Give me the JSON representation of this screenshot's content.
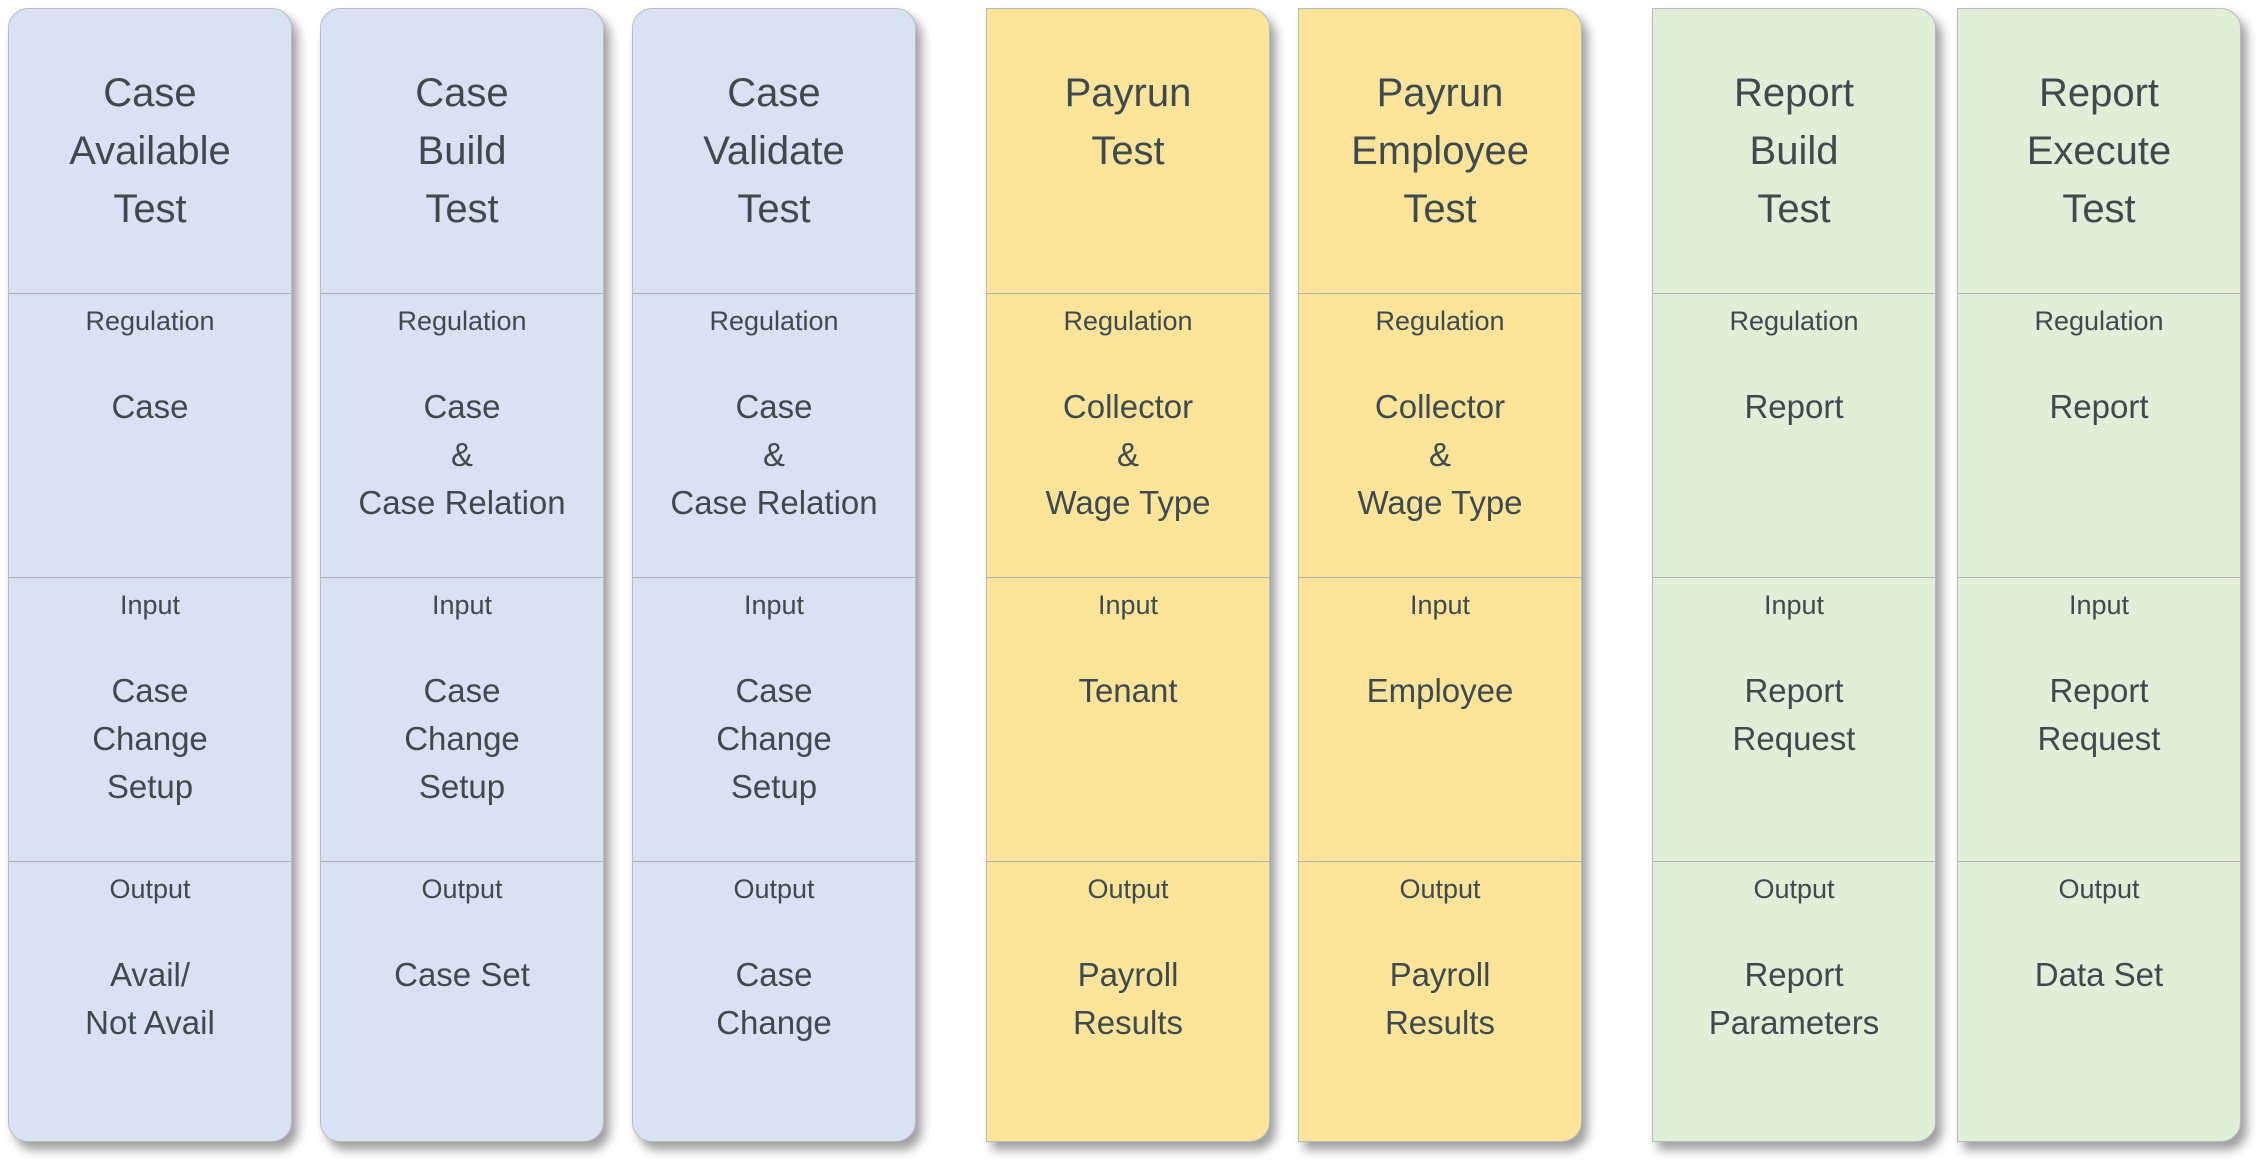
{
  "colors": {
    "blue": "#dae1f3",
    "gold": "#fde49b",
    "green": "#e1efd9",
    "text": "#3f4a4f",
    "divider": "#a9b0ba"
  },
  "columns": [
    {
      "title": "Case\nAvailable\nTest",
      "regulation_label": "Regulation",
      "regulation": "Case",
      "input_label": "Input",
      "input": "Case\nChange\nSetup",
      "output_label": "Output",
      "output": "Avail/\nNot Avail"
    },
    {
      "title": "Case\nBuild\nTest",
      "regulation_label": "Regulation",
      "regulation": "Case\n&\nCase Relation",
      "input_label": "Input",
      "input": "Case\nChange\nSetup",
      "output_label": "Output",
      "output": "Case Set"
    },
    {
      "title": "Case\nValidate\nTest",
      "regulation_label": "Regulation",
      "regulation": "Case\n&\nCase Relation",
      "input_label": "Input",
      "input": "Case\nChange\nSetup",
      "output_label": "Output",
      "output": "Case\nChange"
    },
    {
      "title": "Payrun\nTest",
      "regulation_label": "Regulation",
      "regulation": "Collector\n&\nWage Type",
      "input_label": "Input",
      "input": "Tenant",
      "output_label": "Output",
      "output": "Payroll\nResults"
    },
    {
      "title": "Payrun\nEmployee\nTest",
      "regulation_label": "Regulation",
      "regulation": "Collector\n&\nWage Type",
      "input_label": "Input",
      "input": "Employee",
      "output_label": "Output",
      "output": "Payroll\nResults"
    },
    {
      "title": "Report\nBuild\nTest",
      "regulation_label": "Regulation",
      "regulation": "Report",
      "input_label": "Input",
      "input": "Report\nRequest",
      "output_label": "Output",
      "output": "Report\nParameters"
    },
    {
      "title": "Report\nExecute\nTest",
      "regulation_label": "Regulation",
      "regulation": "Report",
      "input_label": "Input",
      "input": "Report\nRequest",
      "output_label": "Output",
      "output": "Data Set"
    }
  ]
}
